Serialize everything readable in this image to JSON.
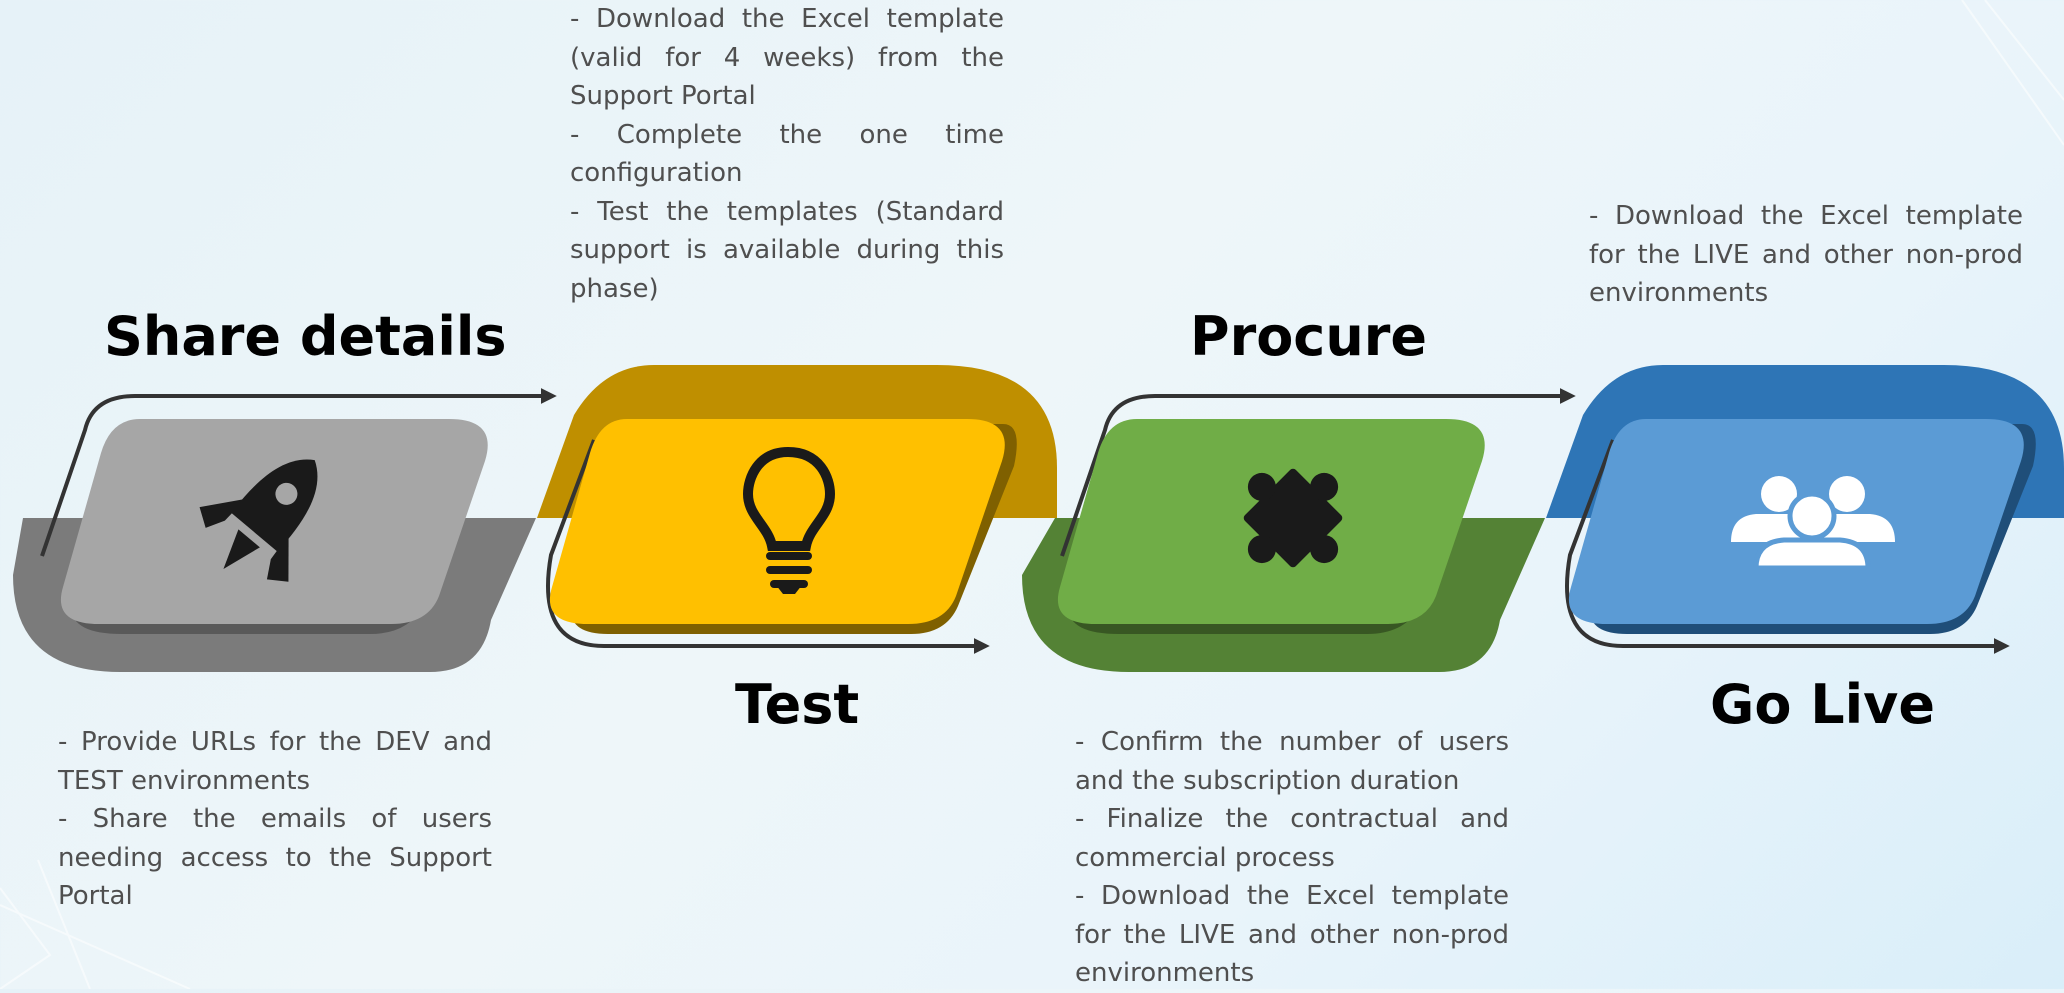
{
  "steps": [
    {
      "id": "share-details",
      "title": "Share details",
      "icon": "rocket-icon",
      "colors": {
        "band": "#7b7b7b",
        "card": "#a6a6a6",
        "shadow": "#595959"
      },
      "bullets": [
        "- Provide URLs for the DEV and TEST environments",
        "- Share the emails of users needing access to the Support Portal"
      ]
    },
    {
      "id": "test",
      "title": "Test",
      "icon": "lightbulb-icon",
      "colors": {
        "band": "#bf8f00",
        "card": "#ffc000",
        "shadow": "#7f6000"
      },
      "bullets": [
        "- Download the Excel template (valid for 4 weeks) from the Support Portal",
        "- Complete the one time configuration",
        "- Test the templates (Standard support is available during this phase)"
      ]
    },
    {
      "id": "procure",
      "title": "Procure",
      "icon": "puzzle-piece-icon",
      "colors": {
        "band": "#548235",
        "card": "#70ad47",
        "shadow": "#385723"
      },
      "bullets": [
        "- Confirm the number of users and the subscription duration",
        "- Finalize the contractual and commercial process",
        "- Download the Excel template for the LIVE and other non-prod environments"
      ]
    },
    {
      "id": "go-live",
      "title": "Go Live",
      "icon": "users-group-icon",
      "colors": {
        "band": "#2e75b6",
        "card": "#5b9bd5",
        "shadow": "#1f4e79"
      },
      "bullets": [
        "- Download the Excel template for the LIVE and other non-prod environments"
      ]
    }
  ],
  "connector_color": "#333333"
}
